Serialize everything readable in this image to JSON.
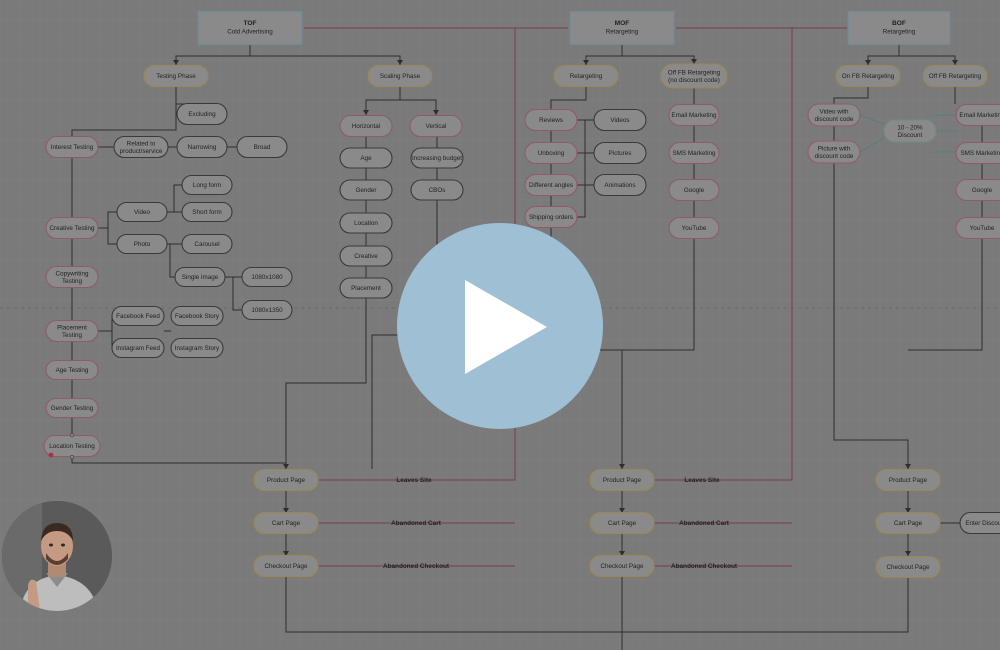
{
  "video": {
    "play_label": "Play video"
  },
  "colors": {
    "background": "#7a7a7a",
    "node_fill": "#8a8a8a",
    "box_stroke": "#6d8c96",
    "pink_stroke": "#8f5b6b",
    "gold_stroke": "#9a8850",
    "green_stroke": "#6f8f7a",
    "gray_stroke": "#3a3a3a",
    "play_circle": "#9fbfd4",
    "play_triangle": "#ffffff",
    "text": "#222222"
  },
  "headers": [
    {
      "id": "tof",
      "title": "TOF",
      "subtitle": "Cold Advertising"
    },
    {
      "id": "mof",
      "title": "MOF",
      "subtitle": "Retargeting"
    },
    {
      "id": "bof",
      "title": "BOF",
      "subtitle": "Retargeting"
    }
  ],
  "phases": [
    {
      "id": "testing_phase",
      "label": "Testing Phase"
    },
    {
      "id": "scaling_phase",
      "label": "Scaling Phase"
    },
    {
      "id": "retargeting",
      "label": "Retargeting"
    },
    {
      "id": "off_fb_mof",
      "label": [
        "Off FB Retargeting",
        "(no discount code)"
      ]
    },
    {
      "id": "on_fb_bof",
      "label": "On FB Retargeting"
    },
    {
      "id": "off_fb_bof",
      "label": "Off FB Retargeting"
    }
  ],
  "nodes": [
    {
      "id": "excluding",
      "label": "Excluding"
    },
    {
      "id": "interest_testing",
      "label": "Interest Testing"
    },
    {
      "id": "related",
      "label": [
        "Related to",
        "product/service"
      ]
    },
    {
      "id": "narrowing",
      "label": "Narrowing"
    },
    {
      "id": "broad",
      "label": "Broad"
    },
    {
      "id": "long_form",
      "label": "Long form"
    },
    {
      "id": "video",
      "label": "Video"
    },
    {
      "id": "short_form",
      "label": "Short form"
    },
    {
      "id": "creative_testing",
      "label": "Creative Testing"
    },
    {
      "id": "photo",
      "label": "Photo"
    },
    {
      "id": "carousel",
      "label": "Carousel"
    },
    {
      "id": "single_image",
      "label": "Single image"
    },
    {
      "id": "r1080",
      "label": "1080x1080"
    },
    {
      "id": "r1350",
      "label": "1080x1350"
    },
    {
      "id": "copywriting",
      "label": [
        "Copywriting",
        "Testing"
      ]
    },
    {
      "id": "fb_feed",
      "label": "Facebook Feed"
    },
    {
      "id": "fb_story",
      "label": "Facebook Story"
    },
    {
      "id": "placement_testing",
      "label": [
        "Placement",
        "Testing"
      ]
    },
    {
      "id": "ig_feed",
      "label": "Instagram Feed"
    },
    {
      "id": "ig_story",
      "label": "Instagram Story"
    },
    {
      "id": "age_testing",
      "label": "Age Testing"
    },
    {
      "id": "gender_testing",
      "label": "Gender Testing"
    },
    {
      "id": "location_testing",
      "label": "Location Testing"
    },
    {
      "id": "horizontal",
      "label": "Horizontal"
    },
    {
      "id": "vertical",
      "label": "Vertical"
    },
    {
      "id": "age",
      "label": "Age"
    },
    {
      "id": "increasing_budget",
      "label": "Increasing budget"
    },
    {
      "id": "gender",
      "label": "Gender"
    },
    {
      "id": "cbos",
      "label": "CBOs"
    },
    {
      "id": "location",
      "label": "Location"
    },
    {
      "id": "creative",
      "label": "Creative"
    },
    {
      "id": "placement",
      "label": "Placement"
    },
    {
      "id": "reviews",
      "label": "Reviews"
    },
    {
      "id": "videos",
      "label": "Videos"
    },
    {
      "id": "unboxing",
      "label": "Unboxing"
    },
    {
      "id": "pictures",
      "label": "Pictures"
    },
    {
      "id": "different_angles",
      "label": "Different angles"
    },
    {
      "id": "animations",
      "label": "Animations"
    },
    {
      "id": "shipping_orders",
      "label": "Shipping orders"
    },
    {
      "id": "email_mof",
      "label": "Email Marketing"
    },
    {
      "id": "sms_mof",
      "label": "SMS Marketing"
    },
    {
      "id": "google_mof",
      "label": "Google"
    },
    {
      "id": "youtube_mof",
      "label": "YouTube"
    },
    {
      "id": "video_discount",
      "label": [
        "Video with",
        "discount code"
      ]
    },
    {
      "id": "discount",
      "label": [
        "10 - 20%",
        "Discount"
      ]
    },
    {
      "id": "picture_discount",
      "label": [
        "Picture with",
        "discount code"
      ]
    },
    {
      "id": "email_bof",
      "label": "Email Marketing"
    },
    {
      "id": "sms_bof",
      "label": "SMS Marketing"
    },
    {
      "id": "google_bof",
      "label": "Google"
    },
    {
      "id": "youtube_bof",
      "label": "YouTube"
    },
    {
      "id": "pp1",
      "label": "Product Page"
    },
    {
      "id": "cart1",
      "label": "Cart Page"
    },
    {
      "id": "co1",
      "label": "Checkout Page"
    },
    {
      "id": "pp2",
      "label": "Product Page"
    },
    {
      "id": "cart2",
      "label": "Cart Page"
    },
    {
      "id": "co2",
      "label": "Checkout Page"
    },
    {
      "id": "pp3",
      "label": "Product Page"
    },
    {
      "id": "cart3",
      "label": "Cart Page"
    },
    {
      "id": "co3",
      "label": "Checkout Page"
    },
    {
      "id": "enter_discount",
      "label": "Enter Discount"
    }
  ],
  "edge_labels": [
    {
      "id": "leaves1",
      "label": "Leaves Site"
    },
    {
      "id": "cart_ab1",
      "label": "Abandoned Cart"
    },
    {
      "id": "co_ab1",
      "label": "Abandoned Checkout"
    },
    {
      "id": "leaves2",
      "label": "Leaves Site"
    },
    {
      "id": "cart_ab2",
      "label": "Abandoned Cart"
    },
    {
      "id": "co_ab2",
      "label": "Abandoned Checkout"
    }
  ]
}
